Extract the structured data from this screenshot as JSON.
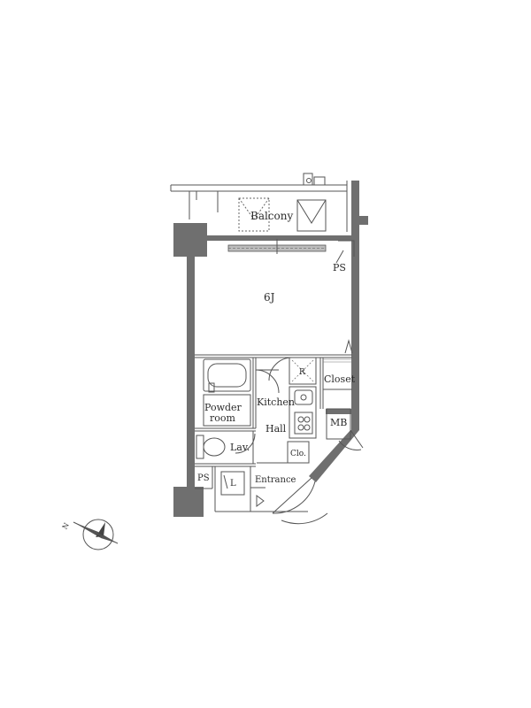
{
  "rooms": {
    "balcony": "Balcony",
    "main_room": "6J",
    "ps_top": "PS",
    "closet": "Closet",
    "kitchen": "Kitchen",
    "powder_line1": "Powder",
    "powder_line2": "room",
    "hall": "Hall",
    "mb": "MB",
    "lav": "Lav.",
    "clo": "Clo.",
    "ps_bottom": "PS",
    "laundry": "L",
    "entrance": "Entrance",
    "fridge": "R"
  },
  "compass": {
    "north_label": "N",
    "icon": "compass-icon"
  },
  "colors": {
    "wall": "#6f6f6f",
    "line": "#555555",
    "text": "#2b2b2b"
  }
}
